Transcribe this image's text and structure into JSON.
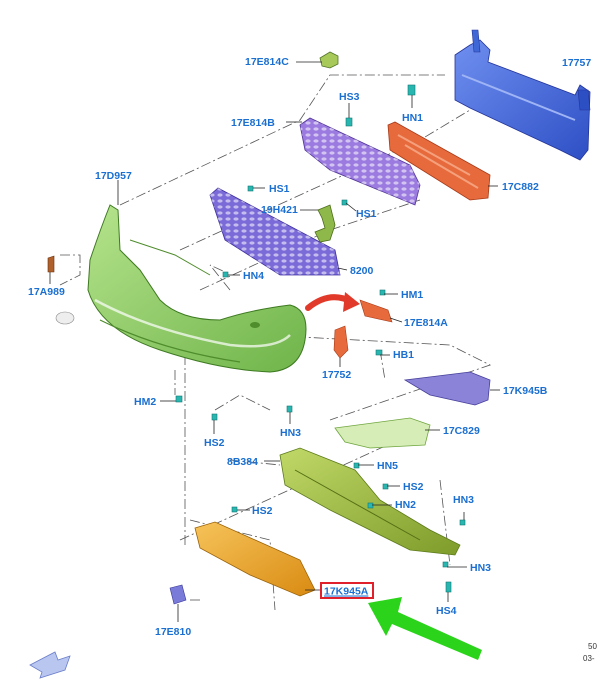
{
  "labels": {
    "17E814C": "17E814C",
    "HS3": "HS3",
    "HN1": "HN1",
    "17757": "17757",
    "17E814B": "17E814B",
    "17C882": "17C882",
    "17D957": "17D957",
    "HS1a": "HS1",
    "19H421": "19H421",
    "HS1b": "HS1",
    "17A989": "17A989",
    "HN4": "HN4",
    "8200": "8200",
    "HM1": "HM1",
    "17E814A": "17E814A",
    "HB1": "HB1",
    "17752": "17752",
    "17K945B": "17K945B",
    "HM2": "HM2",
    "HS2a": "HS2",
    "HN3a": "HN3",
    "17C829": "17C829",
    "8B384": "8B384",
    "HN5": "HN5",
    "HS2b": "HS2",
    "HN2": "HN2",
    "HN3b": "HN3",
    "HS2c": "HS2",
    "HN3c": "HN3",
    "HS4": "HS4",
    "17K945A": "17K945A",
    "17E810": "17E810"
  },
  "corner_text": {
    "line1": "50",
    "line2": "03-"
  },
  "colors": {
    "label": "#1a6fd0",
    "highlight_box": "#e0202a",
    "arrow_green": "#2bd41a",
    "arrow_red": "#e23a2a",
    "bumper_green": "#8fd163",
    "grille_purple": "#7a6bd8",
    "reinforcement_blue": "#3f68d6",
    "absorber_orange": "#e66a3c",
    "undertray_olive": "#9bbb3a",
    "skidplate_yellow": "#e9a81f",
    "clip_teal": "#2ab6b0"
  }
}
